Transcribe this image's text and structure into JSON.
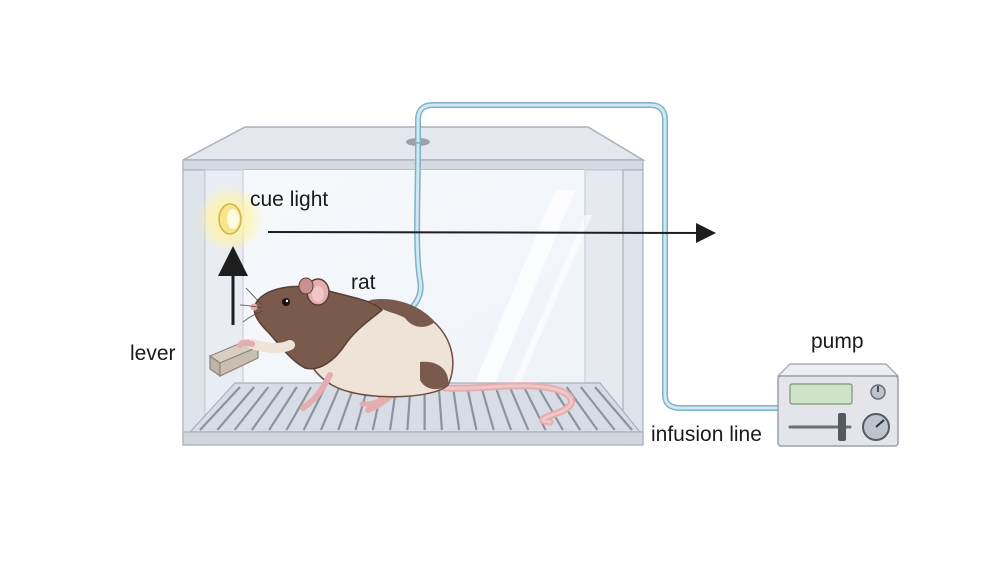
{
  "labels": {
    "cue_light": "cue light",
    "rat": "rat",
    "lever": "lever",
    "pump": "pump",
    "infusion_line": "infusion line"
  },
  "colors": {
    "chamber_frame": "#d9dde6",
    "chamber_edge": "#a9afbb",
    "chamber_glass": "#f2f5fa",
    "tubing": "#b9dbe8",
    "tubing_outline": "#7fb2c6",
    "cue_light_glow": "#fff2a0",
    "cue_light_bulb": "#f7e58a",
    "rat_brown": "#7b5a4e",
    "rat_cream": "#efe3d8",
    "rat_pink": "#e4aeb0",
    "arrow": "#1e1e1e",
    "pump_body": "#e3e5ea",
    "pump_display": "#cfe3c7"
  },
  "icons": [
    "operant-chamber-icon",
    "rat-icon",
    "cue-light-icon",
    "lever-icon",
    "infusion-pump-icon",
    "arrow-icon"
  ]
}
